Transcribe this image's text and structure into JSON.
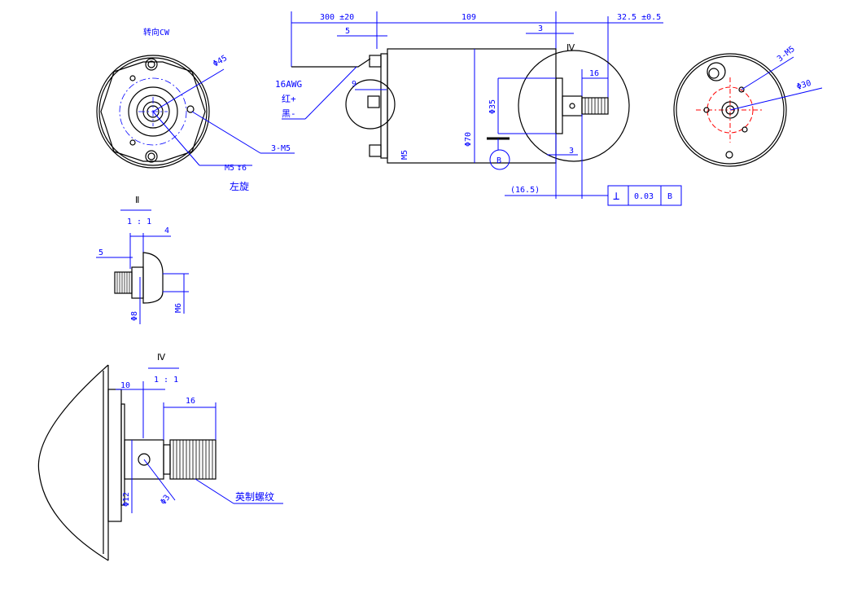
{
  "front_view": {
    "direction": "转向CW",
    "dia_bolt_circle": "Φ45",
    "holes": "3-M5",
    "thread": "M5",
    "depth": "↧6",
    "left_hand": "左旋"
  },
  "side_view": {
    "lead_length": "300  ±20",
    "body_length": "109",
    "shaft_length": "32.5  ±0.5",
    "lead_offset": "5",
    "face_gap": "3",
    "detail_IV": "Ⅳ",
    "flat_length": "16",
    "wire_gauge": "16AWG",
    "red_plus": "红+",
    "black_minus": "黑-",
    "dim_9": "9",
    "dia_35": "Φ35",
    "dia_70": "Φ70",
    "m5_label": "M5",
    "datum": "B",
    "dim_3b": "3",
    "ref_16_5": "(16.5)"
  },
  "tolerance_frame": {
    "symbol": "⊥",
    "value": "0.03",
    "datum": "B"
  },
  "rear_view": {
    "holes": "3-M5",
    "dia_30": "Φ30"
  },
  "detail_II": {
    "label": "Ⅱ",
    "scale": "1 : 1",
    "dim_4": "4",
    "dim_5": "5",
    "dia_8": "Φ8",
    "thread_m6": "M6"
  },
  "detail_IV": {
    "label": "Ⅳ",
    "scale": "1 : 1",
    "dim_10": "10",
    "dim_16": "16",
    "dia_12": "Φ12",
    "dia_3": "Φ3",
    "thread_note": "英制螺纹"
  }
}
